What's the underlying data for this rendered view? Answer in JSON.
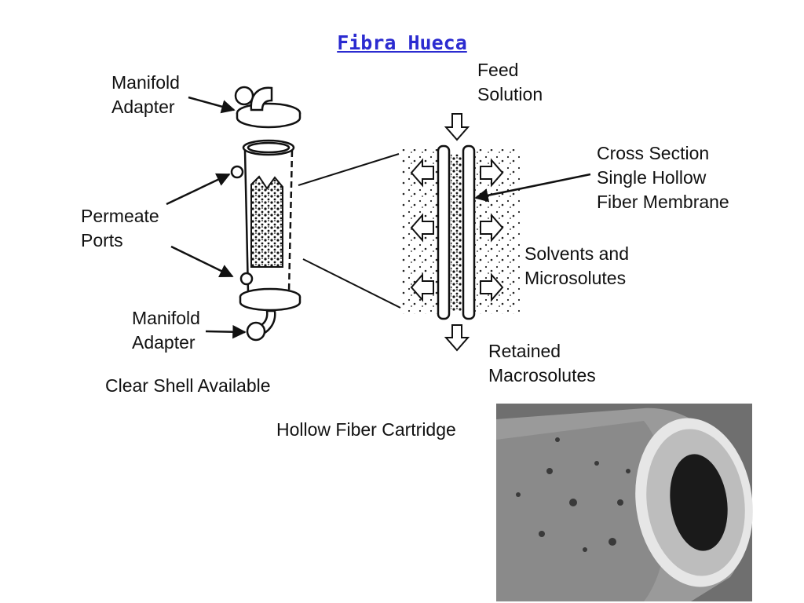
{
  "title": "Fibra Hueca",
  "labels": {
    "manifold_adapter_top": [
      "Manifold",
      "Adapter"
    ],
    "permeate_ports": [
      "Permeate",
      "Ports"
    ],
    "manifold_adapter_bottom": [
      "Manifold",
      "Adapter"
    ],
    "clear_shell": "Clear Shell Available",
    "cartridge": "Hollow Fiber Cartridge",
    "feed_solution": [
      "Feed",
      "Solution"
    ],
    "cross_section": [
      "Cross Section",
      "Single Hollow",
      "Fiber Membrane"
    ],
    "solvents": [
      "Solvents and",
      "Microsolutes"
    ],
    "retained": [
      "Retained",
      "Macrosolutes"
    ]
  },
  "colors": {
    "title": "#2b2bd0",
    "ink": "#111111",
    "photo_bg": "#777777"
  }
}
